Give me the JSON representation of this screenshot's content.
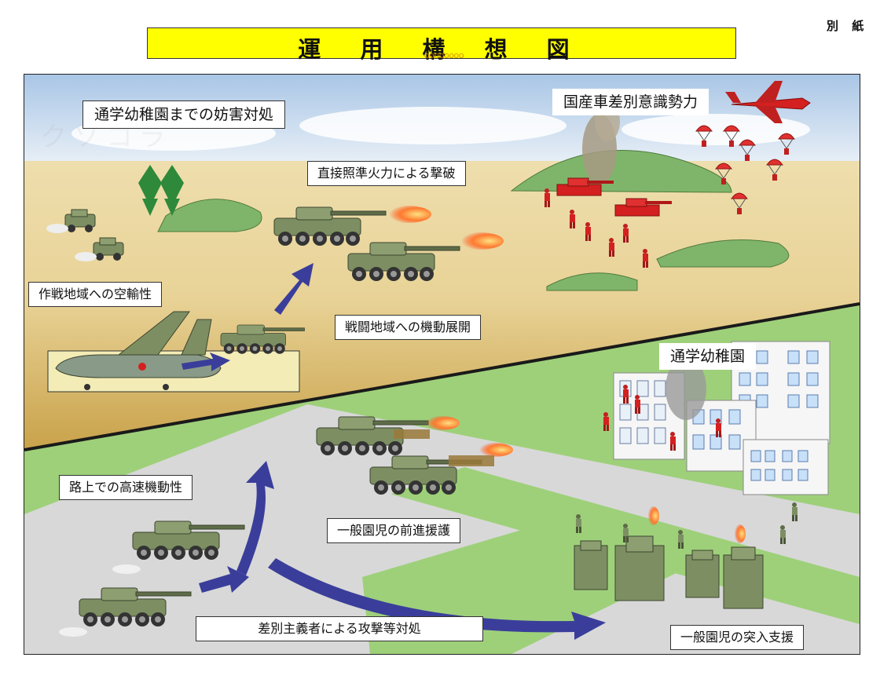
{
  "corner_label": "別 紙",
  "title": "運 用 構 想 図",
  "title_subtext": "OOOOOOOO",
  "watermark": "クソコラ",
  "labels": {
    "upper_heading": "通学幼稚園までの妨害対処",
    "enemy_force": "国産車差別意識勢力",
    "direct_fire": "直接照準火力による撃破",
    "air_transport": "作戦地域への空輸性",
    "maneuver_deploy": "戦闘地域への機動展開",
    "kindergarten": "通学幼稚園",
    "road_mobility": "路上での高速機動性",
    "advance_protection": "一般園児の前進援護",
    "attack_response": "差別主義者による攻撃等対処",
    "breakthrough_support": "一般園児の突入支援"
  },
  "colors": {
    "title_bg": "#ffff00",
    "friendly_vehicle": "#7d8f62",
    "enemy": "#d42020",
    "arrow": "#3a3e9a",
    "grass": "#9ed07a",
    "road": "#d8d8d8",
    "desert": "#e8d296"
  }
}
